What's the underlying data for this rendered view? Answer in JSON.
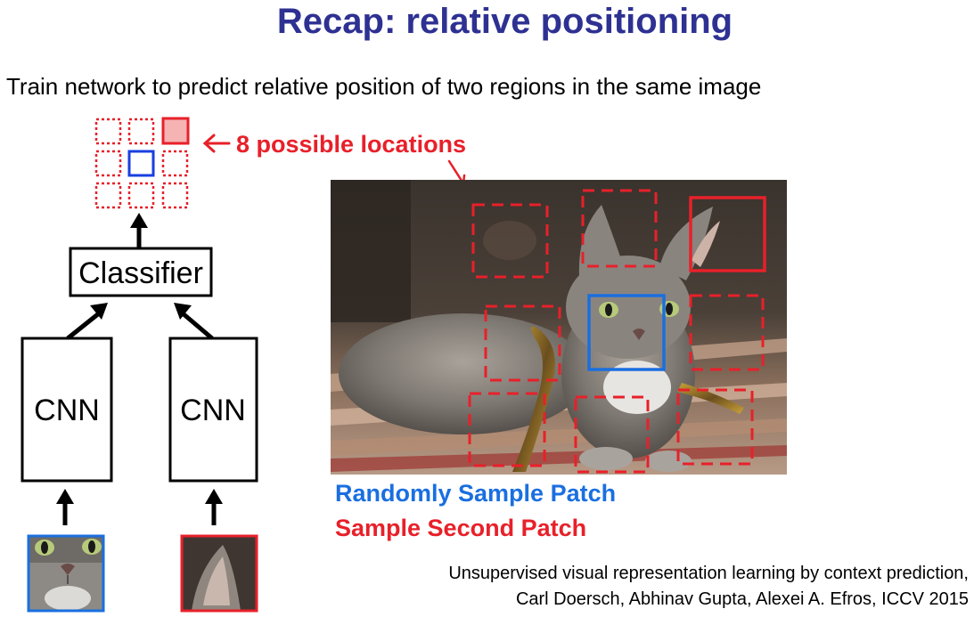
{
  "slide": {
    "title": "Recap: relative positioning",
    "subtitle": "Train network to predict relative position of two regions in the same image"
  },
  "diagram": {
    "classifier_label": "Classifier",
    "cnn_label_left": "CNN",
    "cnn_label_right": "CNN",
    "locations_label": "8 possible locations"
  },
  "legend": {
    "blue_label": "Randomly Sample Patch",
    "red_label": "Sample Second Patch"
  },
  "citation": {
    "line1": "Unsupervised visual representation learning by context prediction,",
    "line2": "Carl Doersch, Abhinav Gupta, Alexei A. Efros, ICCV 2015"
  },
  "colors": {
    "title": "#2e3192",
    "accent_red": "#e8202a",
    "accent_blue": "#1a6fe0"
  }
}
